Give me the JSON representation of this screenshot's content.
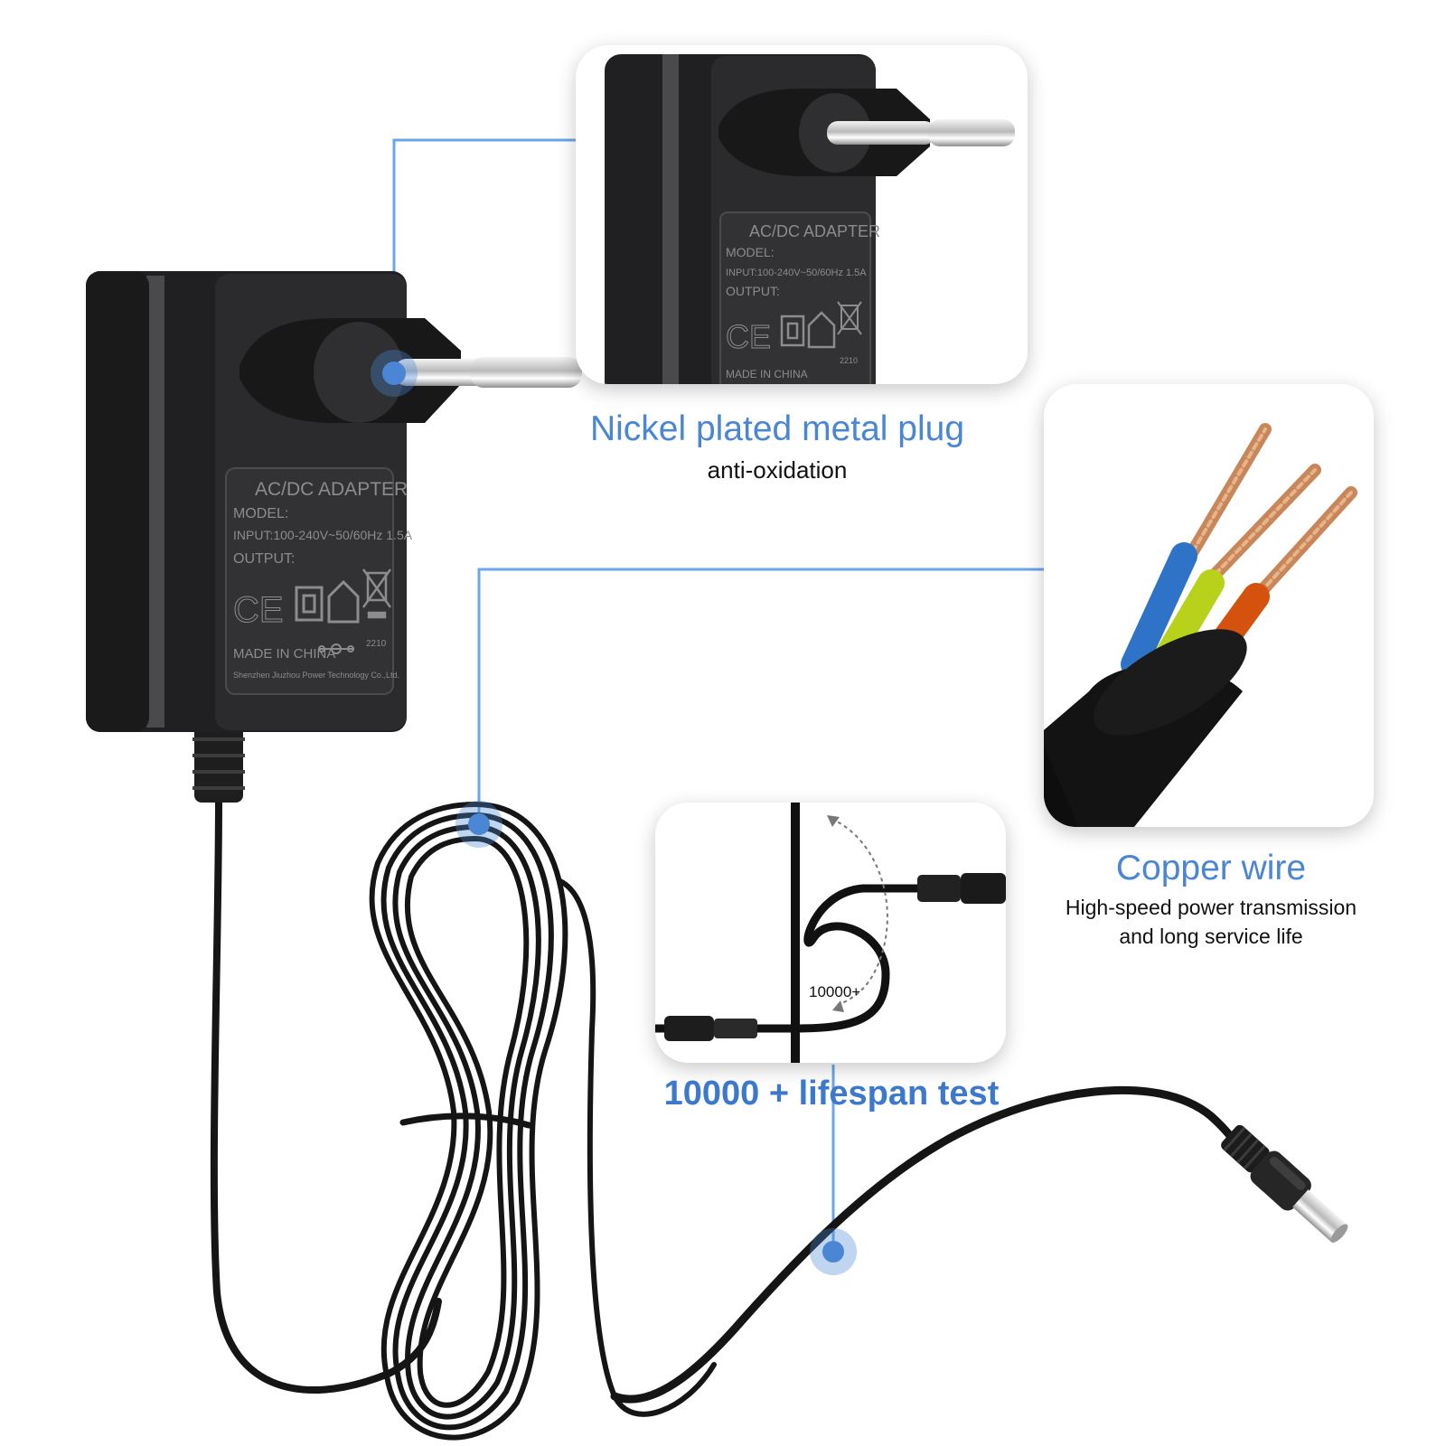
{
  "adapter_label": {
    "title": "AC/DC ADAPTER",
    "model": "MODEL:",
    "input": "INPUT:100-240V~50/60Hz 1.5A",
    "output": "OUTPUT:",
    "made_in": "MADE IN CHINA",
    "manufacturer": "Shenzhen Jiuzhou Power Technology Co.,Ltd.",
    "code": "2210",
    "ce_mark": "CE"
  },
  "features": {
    "plug": {
      "title": "Nickel plated metal plug",
      "subtitle": "anti-oxidation"
    },
    "copper": {
      "title": "Copper wire",
      "subtitle_line1": "High-speed power transmission",
      "subtitle_line2": "and long service life"
    },
    "lifespan": {
      "title": "10000 + lifespan test",
      "bend_count": "10000+"
    }
  },
  "colors": {
    "accent": "#4a86d4",
    "callout_line": "#6aa6ea",
    "adapter_body": "#2b2b2d",
    "cable": "#151515",
    "wire_blue": "#2f73c8",
    "wire_yellow_green": "#b8d21c",
    "wire_orange": "#d5520e",
    "copper": "#c8875a"
  },
  "icons": [
    "ce-mark-icon",
    "double-insulation-icon",
    "indoor-use-icon",
    "crossed-bin-icon",
    "polarity-icon"
  ]
}
